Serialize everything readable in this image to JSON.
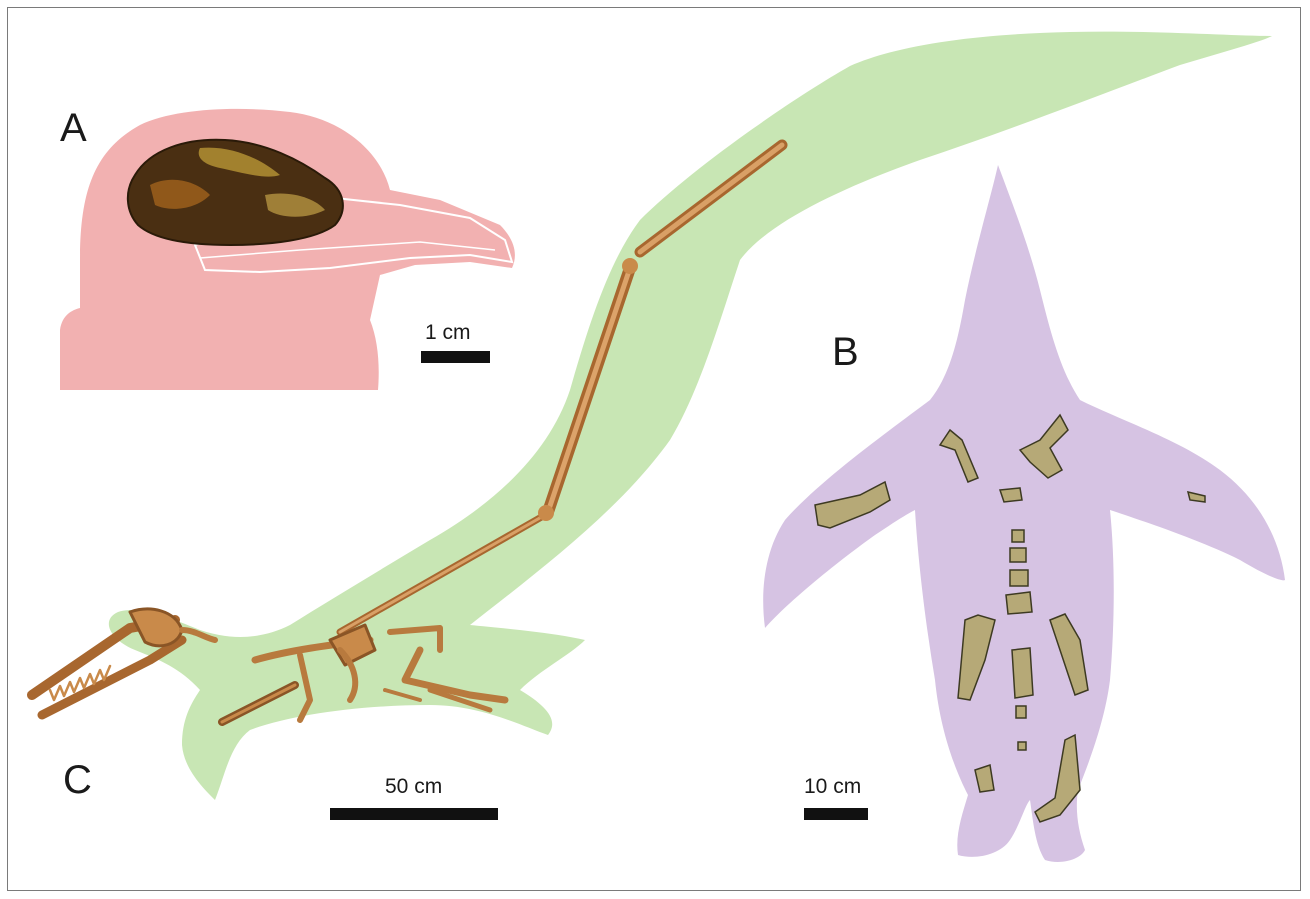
{
  "panels": {
    "a": {
      "label": "A",
      "scale_text": "1 cm",
      "silhouette_color": "#f2b1b1",
      "subject": "fossil bird skull on head silhouette"
    },
    "b": {
      "label": "B",
      "scale_text": "10 cm",
      "silhouette_color": "#d6c3e3",
      "subject": "penguin silhouette with fossil bones"
    },
    "c": {
      "label": "C",
      "scale_text": "50 cm",
      "silhouette_color": "#c8e6b4",
      "subject": "pelagornithid silhouette with reconstructed skeleton"
    }
  },
  "colors": {
    "bone_orange": "#c98a4a",
    "bone_dark": "#8a5526",
    "fossil_khaki": "#b6a977",
    "skull_dark": "#4a2f12",
    "skull_yellow": "#c8a43a"
  }
}
